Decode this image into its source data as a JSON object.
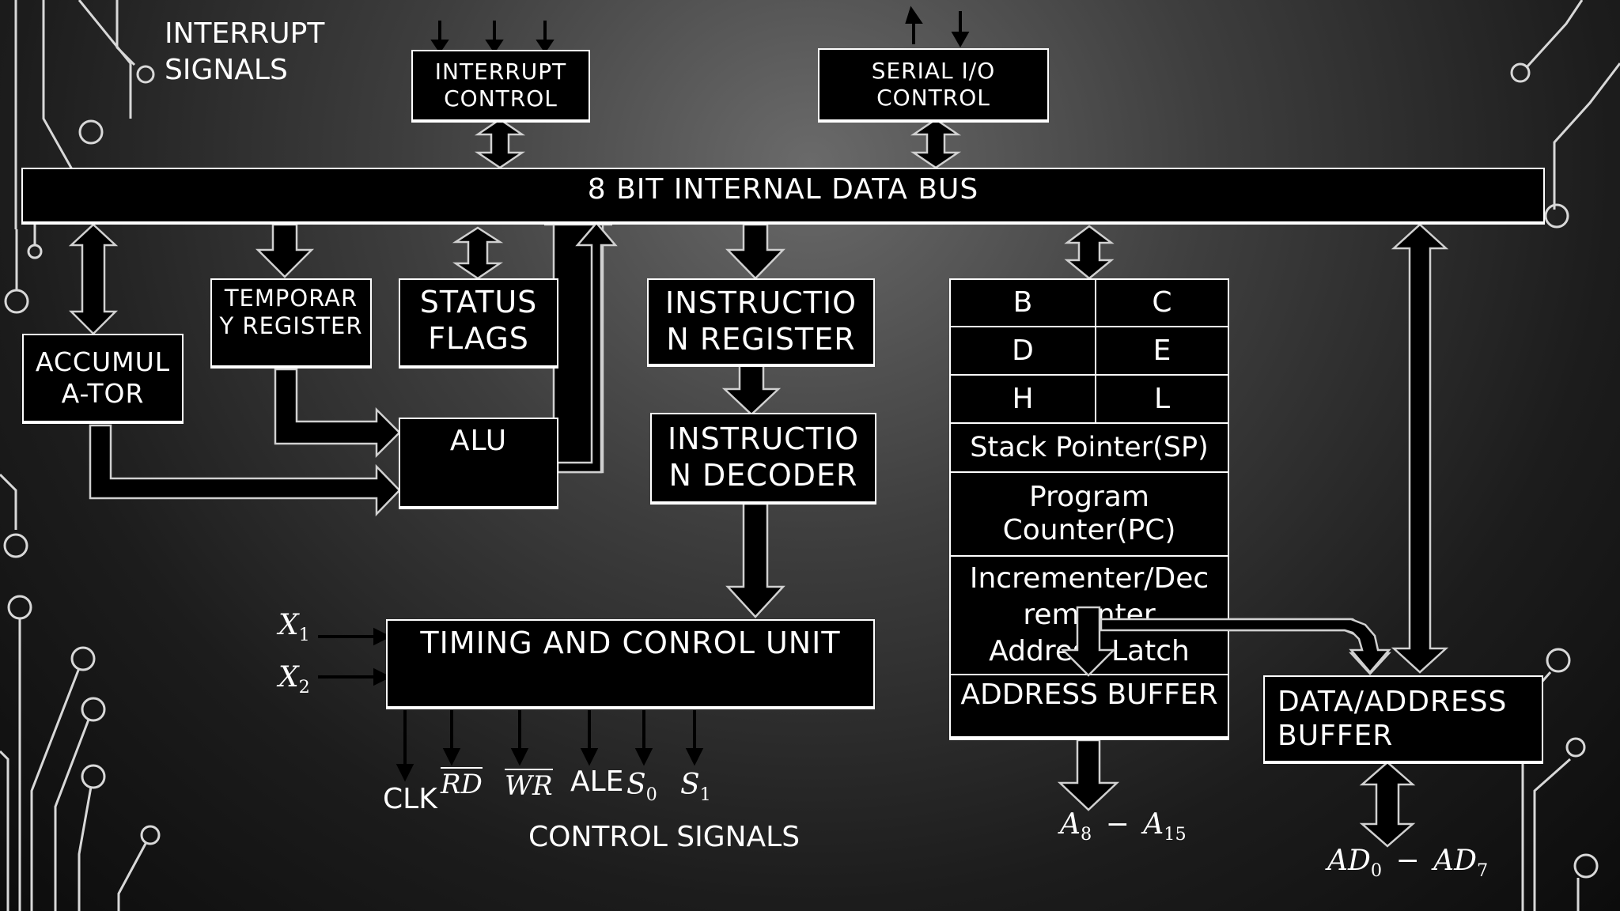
{
  "labels": {
    "interrupt_signals_1": "INTERRUPT",
    "interrupt_signals_2": "SIGNALS",
    "interrupt_control_1": "INTERRUPT",
    "interrupt_control_2": "CONTROL",
    "serial_io_1": "SERIAL I/O",
    "serial_io_2": "CONTROL",
    "data_bus": "8 BIT INTERNAL DATA BUS",
    "accumulator_1": "ACCUMUL",
    "accumulator_2": "A-TOR",
    "temp_register_1": "TEMPORAR",
    "temp_register_2": "Y REGISTER",
    "status_flags_1": "STATUS",
    "status_flags_2": "FLAGS",
    "alu": "ALU",
    "instruction_register_1": "INSTRUCTIO",
    "instruction_register_2": "N REGISTER",
    "instruction_decoder_1": "INSTRUCTIO",
    "instruction_decoder_2": "N DECODER",
    "timing_control": "TIMING AND CONROL UNIT",
    "x1": "X",
    "x1_sub": "1",
    "x2": "X",
    "x2_sub": "2",
    "clk": "CLK",
    "rd": "RD",
    "wr": "WR",
    "ale": "ALE",
    "s0": "S",
    "s0_sub": "0",
    "s1": "S",
    "s1_sub": "1",
    "control_signals": "CONTROL SIGNALS",
    "data_address_buffer_1": "DATA/ADDRESS",
    "data_address_buffer_2": "BUFFER",
    "a_lo": "A",
    "a_lo_sub": "8",
    "a_dash": "−",
    "a_hi": "A",
    "a_hi_sub": "15",
    "ad_lo": "AD",
    "ad_lo_sub": "0",
    "ad_dash": "−",
    "ad_hi": "AD",
    "ad_hi_sub": "7"
  },
  "registers": {
    "b": "B",
    "c": "C",
    "d": "D",
    "e": "E",
    "h": "H",
    "l": "L",
    "sp": "Stack Pointer(SP)",
    "pc_1": "Program",
    "pc_2": "Counter(PC)",
    "incdec_1": "Incrementer/Dec",
    "incdec_2": "rementer",
    "incdec_3": "Address Latch",
    "address_buffer": "ADDRESS BUFFER"
  }
}
